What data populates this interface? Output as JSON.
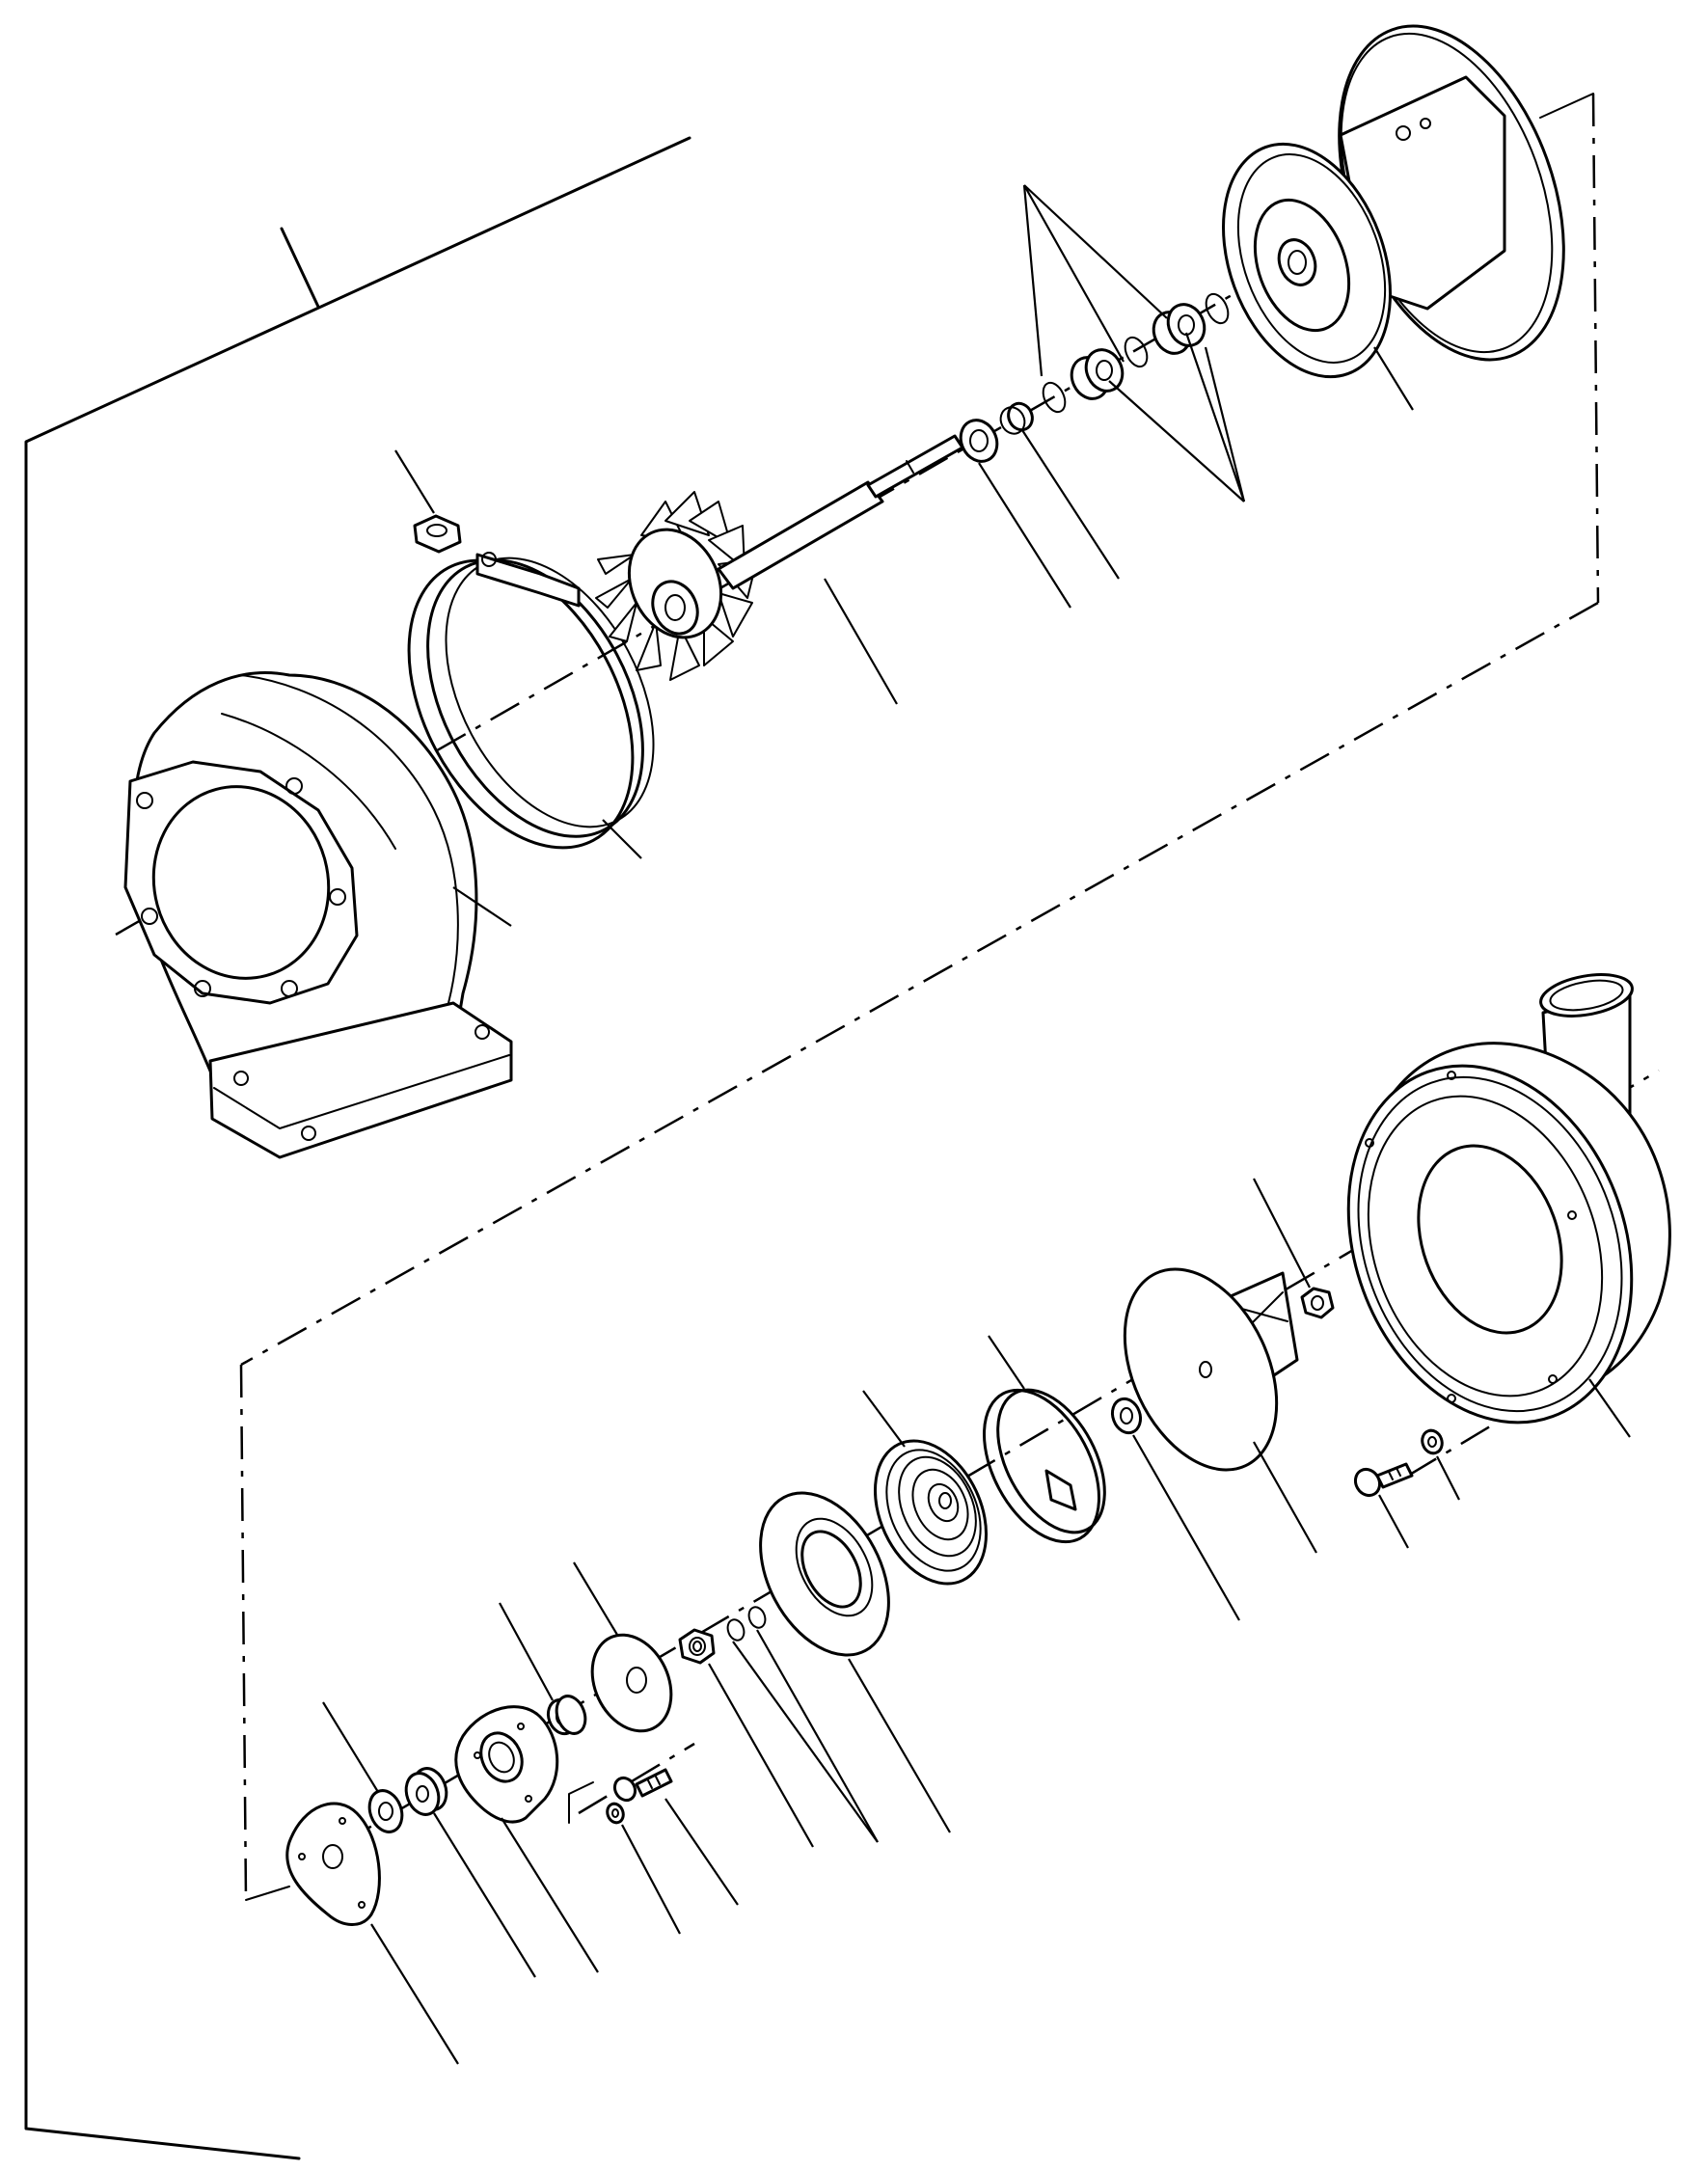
{
  "drawing": {
    "kind": "exploded-view",
    "ink_color": "#000000",
    "paper_color": "#ffffff"
  },
  "parts": [
    {
      "id": "turbine-housing",
      "icon": "turbine-housing-icon"
    },
    {
      "id": "v-band-clamp",
      "icon": "clamp-icon"
    },
    {
      "id": "clamp-nut",
      "icon": "nut-icon"
    },
    {
      "id": "turbine-wheel-shaft",
      "icon": "turbine-wheel-icon"
    },
    {
      "id": "piston-ring",
      "icon": "ring-icon"
    },
    {
      "id": "bearing-spacer",
      "icon": "spacer-icon"
    },
    {
      "id": "journal-bearings",
      "icon": "bearing-icon"
    },
    {
      "id": "center-housing",
      "icon": "center-housing-icon"
    },
    {
      "id": "compressor-housing",
      "icon": "compressor-housing-icon"
    },
    {
      "id": "impeller-nut",
      "icon": "nut-icon"
    },
    {
      "id": "compressor-wheel",
      "icon": "compressor-wheel-icon"
    },
    {
      "id": "washer",
      "icon": "washer-icon"
    },
    {
      "id": "snap-ring",
      "icon": "snap-ring-icon"
    },
    {
      "id": "backplate",
      "icon": "backplate-icon"
    },
    {
      "id": "oil-deflector",
      "icon": "deflector-icon"
    },
    {
      "id": "seal-rings",
      "icon": "ring-icon"
    },
    {
      "id": "thrust-collar",
      "icon": "collar-icon"
    },
    {
      "id": "thrust-washer",
      "icon": "washer-icon"
    },
    {
      "id": "thrust-bearing",
      "icon": "thrust-bearing-icon"
    },
    {
      "id": "spacer-sleeve",
      "icon": "spacer-icon"
    },
    {
      "id": "lock-plate",
      "icon": "plate-icon"
    },
    {
      "id": "screw",
      "icon": "screw-icon"
    },
    {
      "id": "lock-washer",
      "icon": "washer-icon"
    }
  ]
}
